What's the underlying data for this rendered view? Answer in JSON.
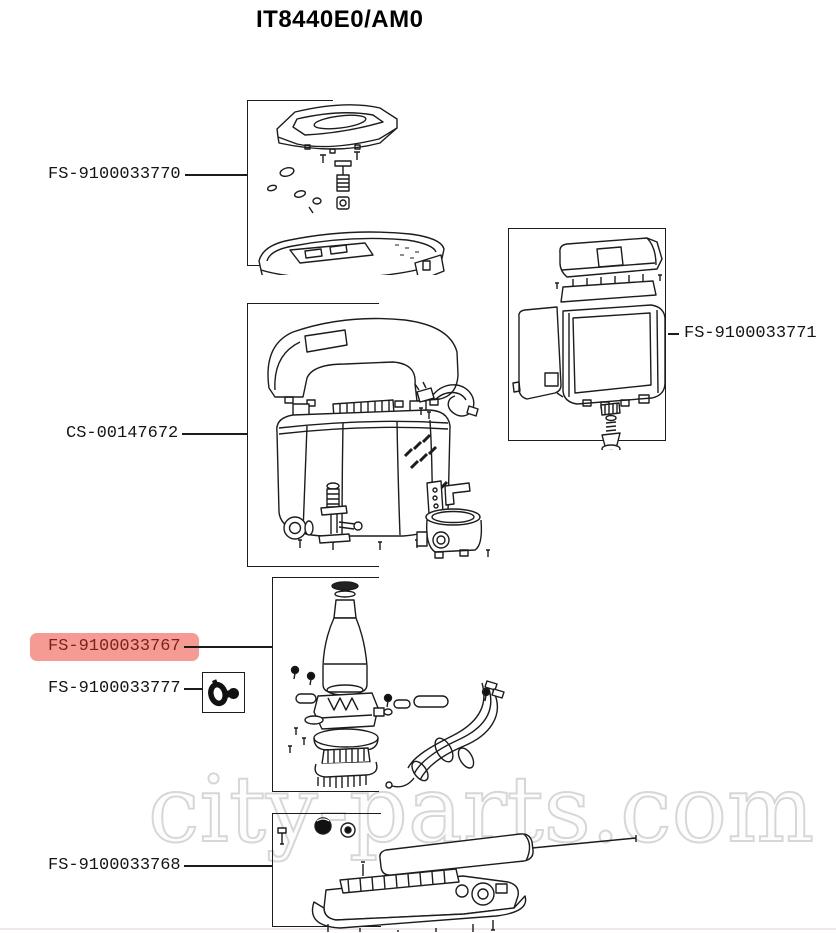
{
  "title": "IT8440E0/AM0",
  "watermark": "city-parts.com",
  "colors": {
    "page_bg": "#ffffff",
    "line_art": "#1c1c1c",
    "highlight_bg": "#f69a94",
    "highlight_text": "#7e211d",
    "watermark_outline": "#d7d7d7"
  },
  "parts": [
    {
      "code": "FS-9100033770",
      "highlighted": false,
      "side": "left"
    },
    {
      "code": "CS-00147672",
      "highlighted": false,
      "side": "left"
    },
    {
      "code": "FS-9100033771",
      "highlighted": false,
      "side": "right"
    },
    {
      "code": "FS-9100033767",
      "highlighted": true,
      "side": "left"
    },
    {
      "code": "FS-9100033777",
      "highlighted": false,
      "side": "left"
    },
    {
      "code": "FS-9100033768",
      "highlighted": false,
      "side": "left"
    }
  ],
  "diagrams": [
    {
      "name": "top-cover-assembly"
    },
    {
      "name": "main-housing-assembly"
    },
    {
      "name": "water-tank-assembly"
    },
    {
      "name": "boiler-pump-assembly"
    },
    {
      "name": "base-assembly"
    },
    {
      "name": "fastener-part"
    }
  ]
}
